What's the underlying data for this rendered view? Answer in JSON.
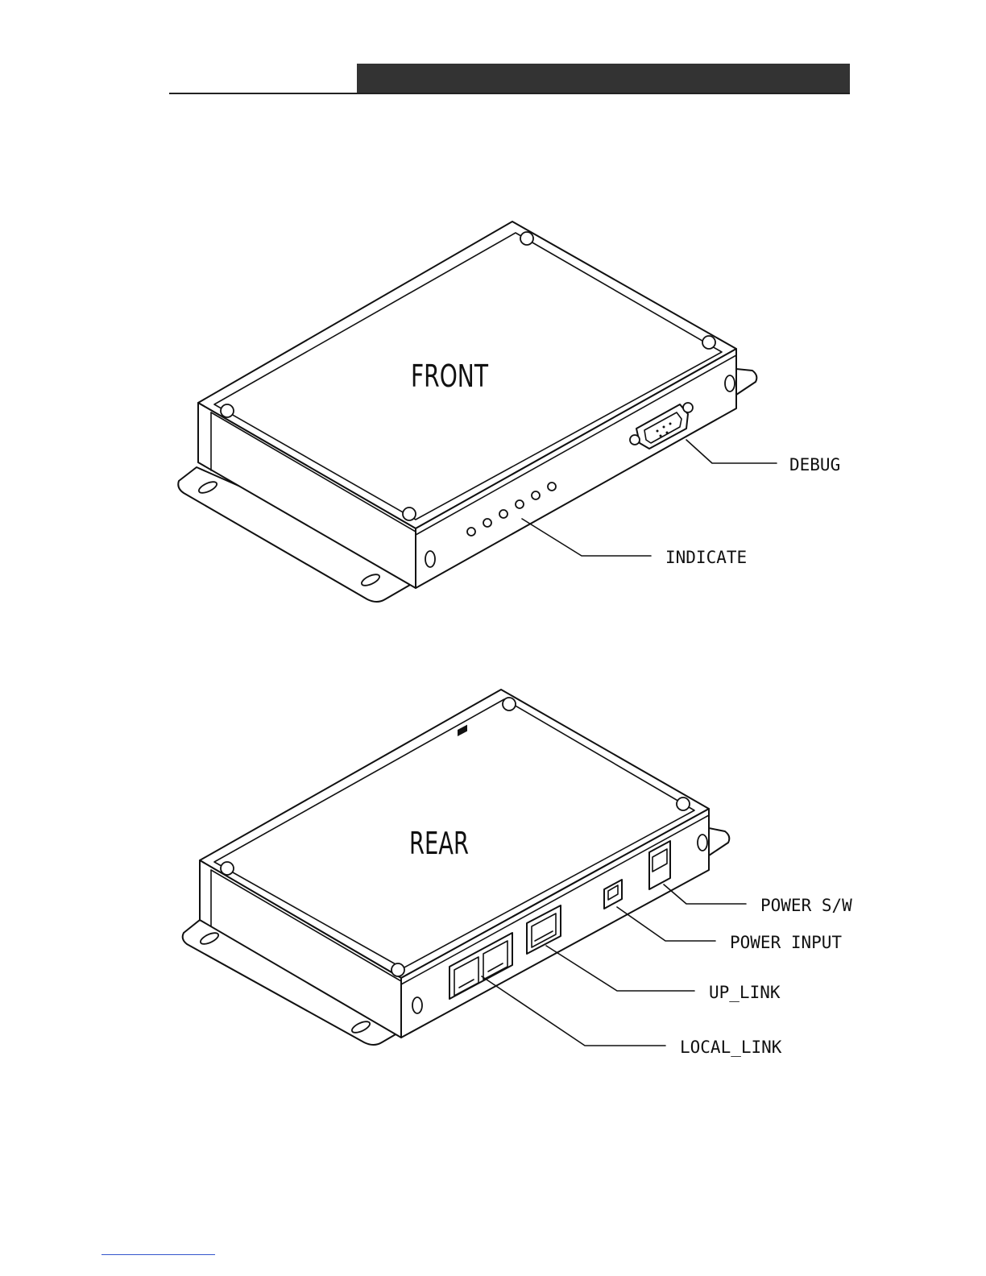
{
  "front": {
    "view_label": "FRONT",
    "callouts": {
      "debug": "DEBUG",
      "indicate": "INDICATE"
    }
  },
  "rear": {
    "view_label": "REAR",
    "callouts": {
      "power_sw": "POWER S/W",
      "power_input": "POWER INPUT",
      "up_link": "UP_LINK",
      "local_link": "LOCAL_LINK"
    }
  }
}
